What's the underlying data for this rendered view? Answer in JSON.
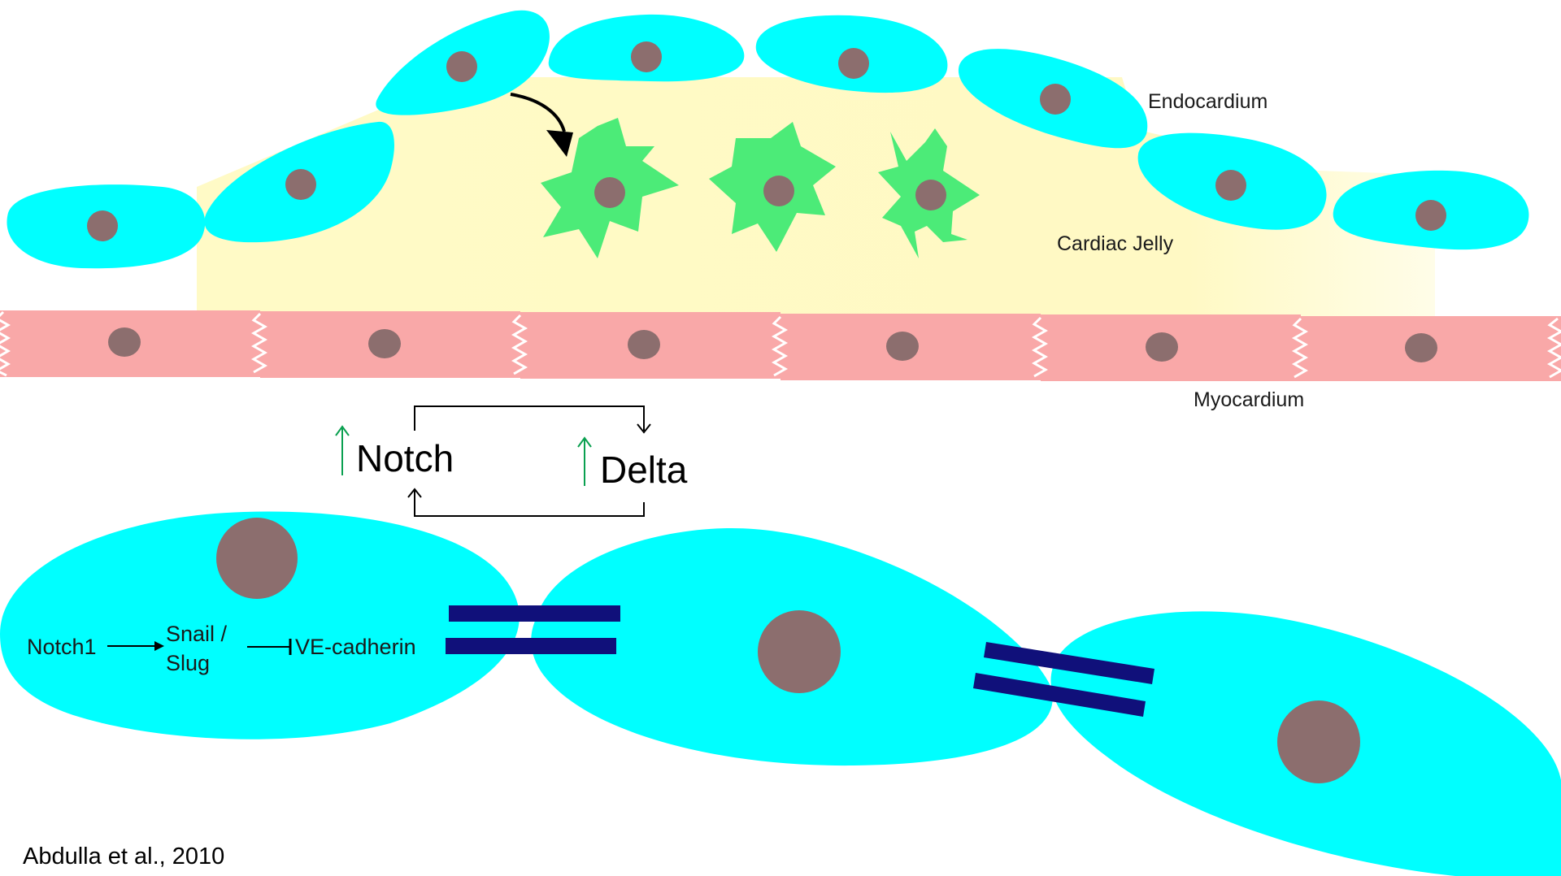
{
  "labels": {
    "endocardium": "Endocardium",
    "cardiac_jelly": "Cardiac Jelly",
    "myocardium": "Myocardium",
    "notch": "Notch",
    "delta": "Delta",
    "pathway": {
      "notch1": "Notch1",
      "snail": "Snail /",
      "slug": "Slug",
      "ve_cadherin": "VE-cadherin"
    },
    "citation": "Abdulla et al., 2010"
  },
  "colors": {
    "endothelial_cell": "#00ffff",
    "nucleus": "#8c6e6e",
    "mesenchymal_cell": "#4ceb78",
    "cardiac_jelly": "#fff9c4",
    "myocyte": "#f9a8a8",
    "cadherin_junction": "#10107a",
    "upregulation_arrow": "#0aa050"
  }
}
